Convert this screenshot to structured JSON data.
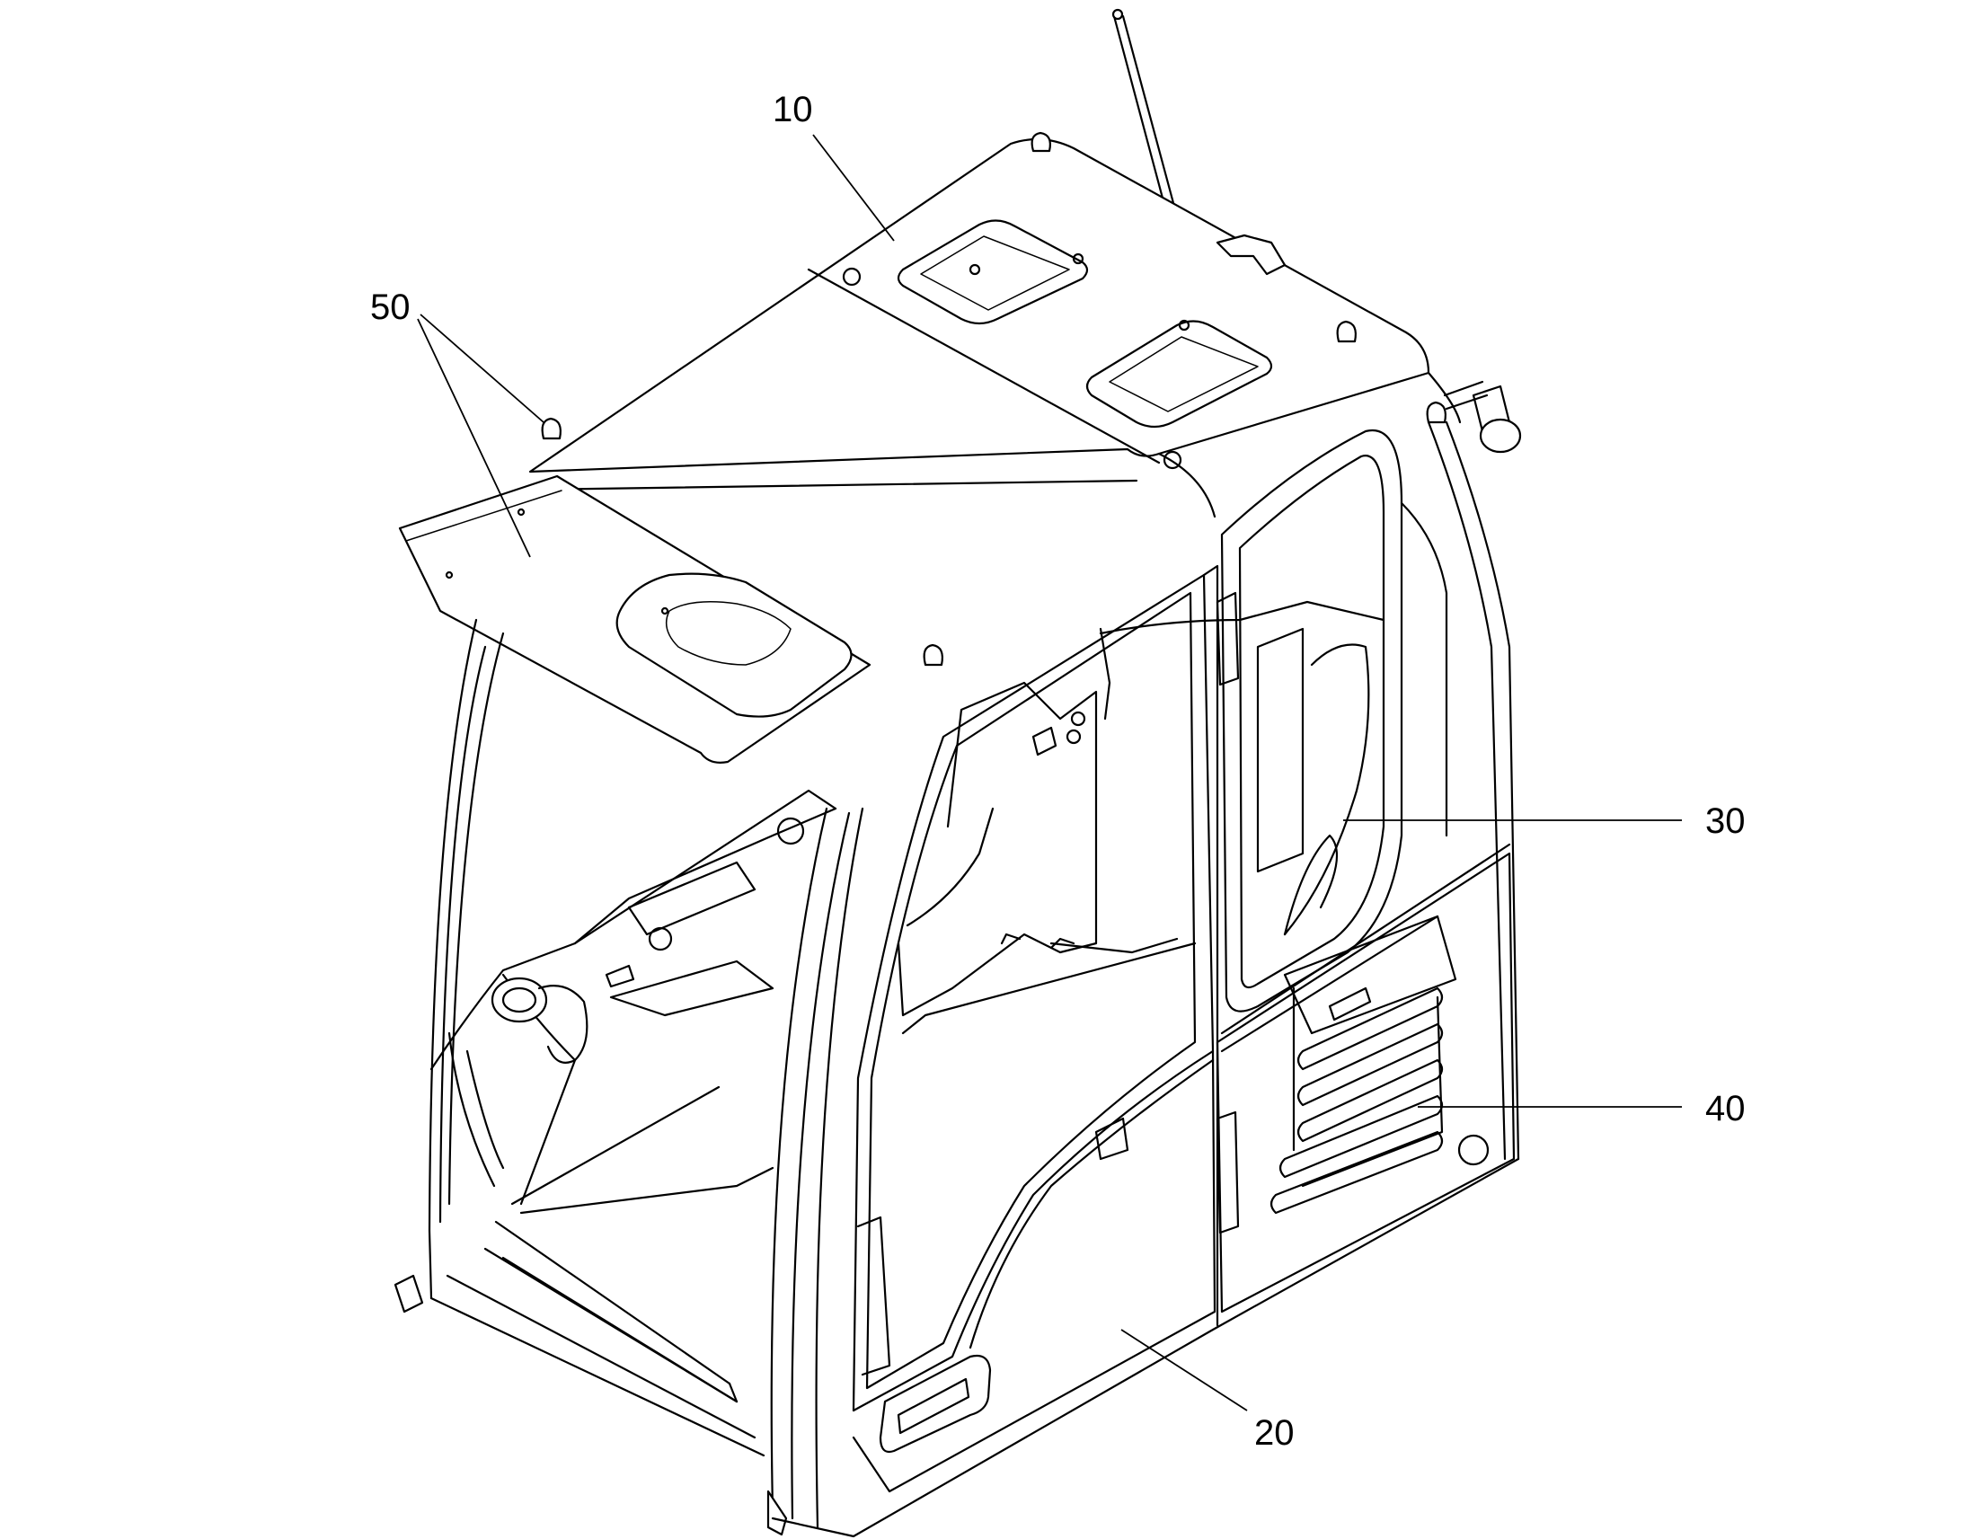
{
  "callouts": [
    {
      "id": "roof",
      "label": "10"
    },
    {
      "id": "door",
      "label": "20"
    },
    {
      "id": "rear-window",
      "label": "30"
    },
    {
      "id": "side-panel",
      "label": "40"
    },
    {
      "id": "sun-visor",
      "label": "50"
    }
  ]
}
